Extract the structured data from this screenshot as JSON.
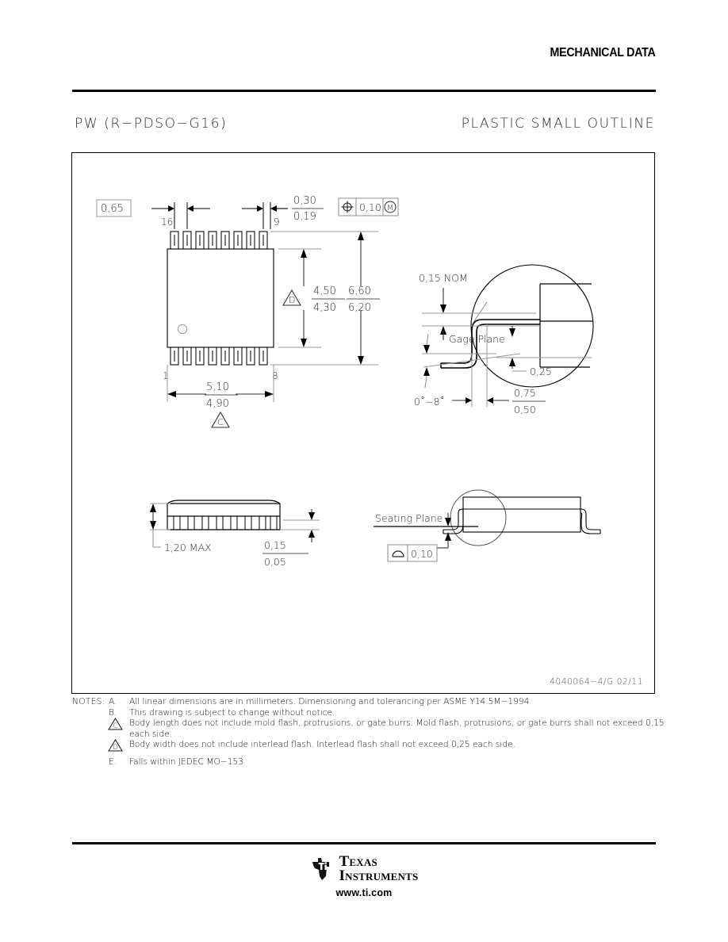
{
  "header": {
    "title": "MECHANICAL DATA"
  },
  "package": {
    "code": "PW (R−PDSO−G16)",
    "description": "PLASTIC  SMALL  OUTLINE"
  },
  "drawing": {
    "number": "4040064−4/G  02/11",
    "top_view": {
      "pin_lead_pitch": "0,65",
      "lead_width_max": "0,30",
      "lead_width_min": "0,19",
      "position_tolerance": "0,10",
      "position_modifier": "M",
      "pin_top_left": "16",
      "pin_top_right": "9",
      "pin_bottom_left": "1",
      "pin_bottom_right": "8",
      "body_width_max": "4,50",
      "body_width_min": "4,30",
      "overall_width_max": "6,60",
      "overall_width_min": "6,20",
      "body_length_max": "5,10",
      "body_length_min": "4,90",
      "note_ref_body_width": "D",
      "note_ref_body_length": "C"
    },
    "detail_view": {
      "gage_offset": "0,15 NOM",
      "gage_plane_label": "Gage Plane",
      "lead_angle": "0˚−8˚",
      "gage_height": "0,25",
      "lead_foot_max": "0,75",
      "lead_foot_min": "0,50"
    },
    "side_view": {
      "height_max": "1,20 MAX",
      "standoff_max": "0,15",
      "standoff_min": "0,05"
    },
    "seating_view": {
      "label": "Seating Plane",
      "flatness_tolerance": "0,10"
    }
  },
  "notes": {
    "label": "NOTES:",
    "items": [
      {
        "key": "A.",
        "triangle": false,
        "text": "All linear dimensions are in millimeters.   Dimensioning and tolerancing per ASME Y14.5M−1994."
      },
      {
        "key": "B.",
        "triangle": false,
        "text": "This drawing is subject to change without notice."
      },
      {
        "key": "C",
        "triangle": true,
        "text": "Body length does not include mold flash, protrusions, or gate burrs.   Mold flash, protrusions, or gate burrs shall not exceed 0,15 each side."
      },
      {
        "key": "D",
        "triangle": true,
        "text": "Body width does not include interlead flash.   Interlead flash shall not exceed 0,25 each side."
      },
      {
        "key": "E.",
        "triangle": false,
        "text": "Falls within JEDEC MO−153"
      }
    ]
  },
  "footer": {
    "brand_line1": "Texas",
    "brand_line2": "Instruments",
    "url": "www.ti.com"
  },
  "colors": {
    "ink": "#000000",
    "cad_ink": "#2b2b2b",
    "faint": "#555555"
  }
}
